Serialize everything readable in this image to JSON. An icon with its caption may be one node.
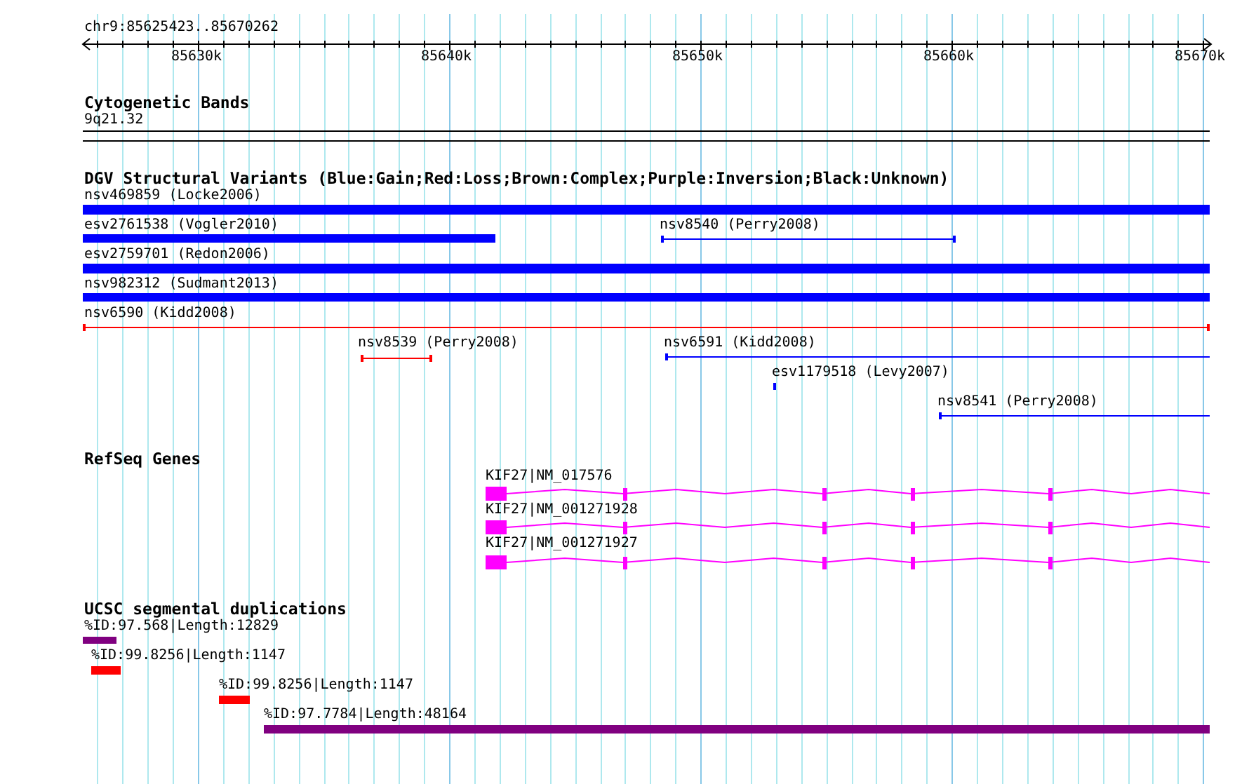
{
  "diagram": {
    "labels": [
      "chr9:85625423..85670262",
      "85630k",
      "85640k",
      "85650k",
      "85660k",
      "85670k",
      "Cytogenetic Bands",
      "9q21.32",
      "DGV Structural Variants (Blue:Gain;Red:Loss;Brown:Complex;Purple:Inversion;Black:Unknown)",
      "nsv469859 (Locke2006)",
      "esv2761538 (Vogler2010)",
      "nsv8540 (Perry2008)",
      "esv2759701 (Redon2006)",
      "nsv982312 (Sudmant2013)",
      "nsv6590 (Kidd2008)",
      "nsv8539 (Perry2008)",
      "nsv6591 (Kidd2008)",
      "esv1179518 (Levy2007)",
      "nsv8541 (Perry2008)",
      "RefSeq Genes",
      "KIF27|NM_017576",
      "KIF27|NM_001271928",
      "KIF27|NM_001271927",
      "UCSC segmental duplications",
      "%ID:97.568|Length:12829",
      "%ID:99.8256|Length:1147",
      "%ID:99.8256|Length:1147",
      "%ID:97.7784|Length:48164"
    ]
  }
}
